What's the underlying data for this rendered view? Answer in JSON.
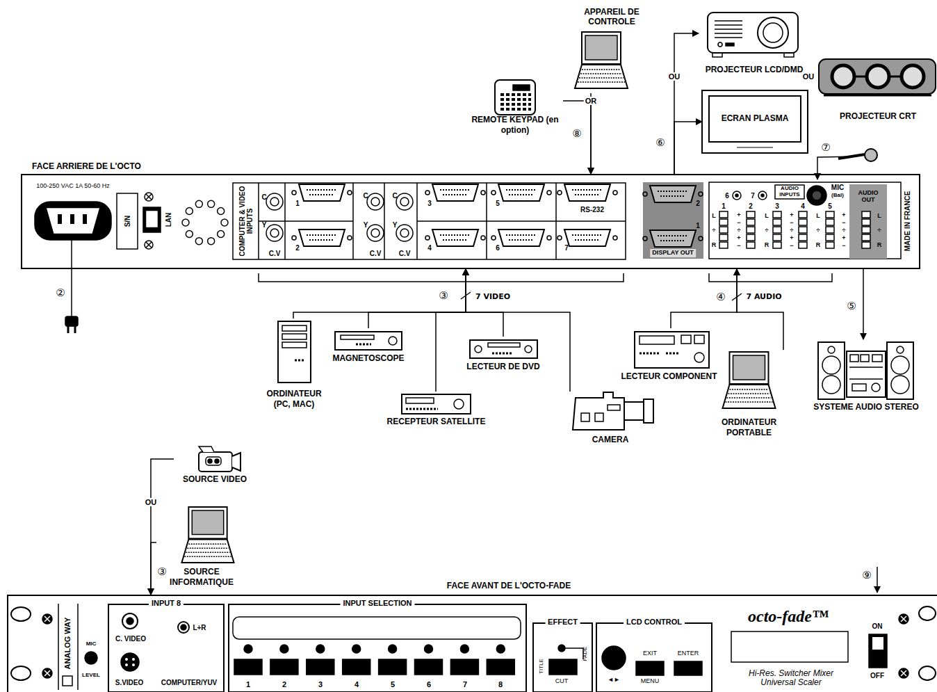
{
  "diagram": {
    "nodes": [
      {
        "text": [
          "APPAREIL DE CONTROLE"
        ]
      },
      {
        "text": [
          "REMOTE KEYPAD (en option)"
        ]
      },
      {
        "text": [
          "PROJECTEUR LCD/DMD"
        ]
      },
      {
        "text": [
          "ECRAN PLASMA"
        ]
      },
      {
        "text": [
          "PROJECTEUR CRT"
        ]
      },
      {
        "text": [
          "FACE ARRIERE DE L'OCTO"
        ]
      },
      {
        "text": [
          "ORDINATEUR (PC, MAC)"
        ]
      },
      {
        "text": [
          "MAGNETOSCOPE"
        ]
      },
      {
        "text": [
          "LECTEUR DE DVD"
        ]
      },
      {
        "text": [
          "LECTEUR COMPONENT"
        ]
      },
      {
        "text": [
          "ORDINATEUR PORTABLE"
        ]
      },
      {
        "text": [
          "SYSTEME AUDIO STEREO"
        ]
      },
      {
        "text": [
          "RECEPTEUR SATELLITE"
        ]
      },
      {
        "text": [
          "CAMERA"
        ]
      },
      {
        "text": [
          "SOURCE VIDEO"
        ]
      },
      {
        "text": [
          "SOURCE INFORMATIQUE"
        ]
      },
      {
        "text": [
          "FACE AVANT DE L'OCTO-FADE"
        ]
      },
      {
        "text": [
          "INPUT 8"
        ],
        "in": 16
      },
      {
        "text": [
          "INPUT SELECTION"
        ],
        "in": 16
      },
      {
        "text": [
          "EFFECT"
        ],
        "in": 16
      },
      {
        "text": [
          "LCD CONTROL"
        ],
        "in": 16
      }
    ],
    "edges": [
      {
        "from": 1,
        "to": 5,
        "arrow": "to"
      },
      {
        "from": 0,
        "to": 5,
        "arrow": "to"
      },
      {
        "from": 5,
        "to": 2,
        "arrow": "to"
      },
      {
        "from": 5,
        "to": 3,
        "arrow": "to"
      },
      {
        "from": 6,
        "to": 5,
        "arrow": "to"
      },
      {
        "from": 7,
        "to": 5,
        "arrow": "to"
      },
      {
        "from": 12,
        "to": 5,
        "arrow": "to"
      },
      {
        "from": 8,
        "to": 5,
        "arrow": "to"
      },
      {
        "from": 13,
        "to": 5,
        "arrow": "to"
      },
      {
        "from": 9,
        "to": 5,
        "arrow": "to"
      },
      {
        "from": 10,
        "to": 5,
        "arrow": "to"
      },
      {
        "from": 5,
        "to": 11,
        "arrow": "to"
      },
      {
        "from": 14,
        "to": 16,
        "arrow": "to"
      },
      {
        "from": 15,
        "to": 16,
        "arrow": "to"
      }
    ],
    "labels": [
      "100-250 VAC 1A 50-60 Hz",
      "S/N",
      "LAN",
      "COMPUTER & VIDEO INPUTS",
      "C",
      "Y",
      "C.V",
      "1",
      "2",
      "C",
      "Y",
      "C.V",
      "C",
      "Y",
      "C.V",
      "3",
      "4",
      "5",
      "6",
      "RS-232",
      "7",
      "2",
      "1",
      "DISPLAY OUT",
      "6",
      "7",
      "AUDIO INPUTS",
      "MIC",
      "(Bal)",
      "1",
      "2",
      "3",
      "4",
      "5",
      "L ÷ R",
      "+ − ÷ + −",
      "L ÷ R",
      "+ − ÷ + −",
      "L ÷ R",
      "+ − ÷ + −",
      "AUDIO OUT",
      "L ÷ R",
      "MADE IN FRANCE",
      "②",
      "③",
      "7 VIDEO",
      "④",
      "7 AUDIO",
      "⑤",
      "⑥",
      "⑦",
      "⑧",
      "⑨",
      "③",
      "OR",
      "OU",
      "OU",
      "OU",
      "ANALOG WAY",
      "MIC",
      "LEVEL",
      "C. VIDEO",
      "L+R",
      "S.VIDEO",
      "COMPUTER/YUV",
      "1",
      "2",
      "3",
      "4",
      "5",
      "6",
      "7",
      "8",
      "TITLE",
      "CUT",
      "FADE",
      "◄►",
      "EXIT",
      "MENU",
      "ENTER",
      "octo-fade™",
      "Hi-Res. Switcher Mixer Universal Scaler",
      "ON",
      "OFF"
    ]
  }
}
